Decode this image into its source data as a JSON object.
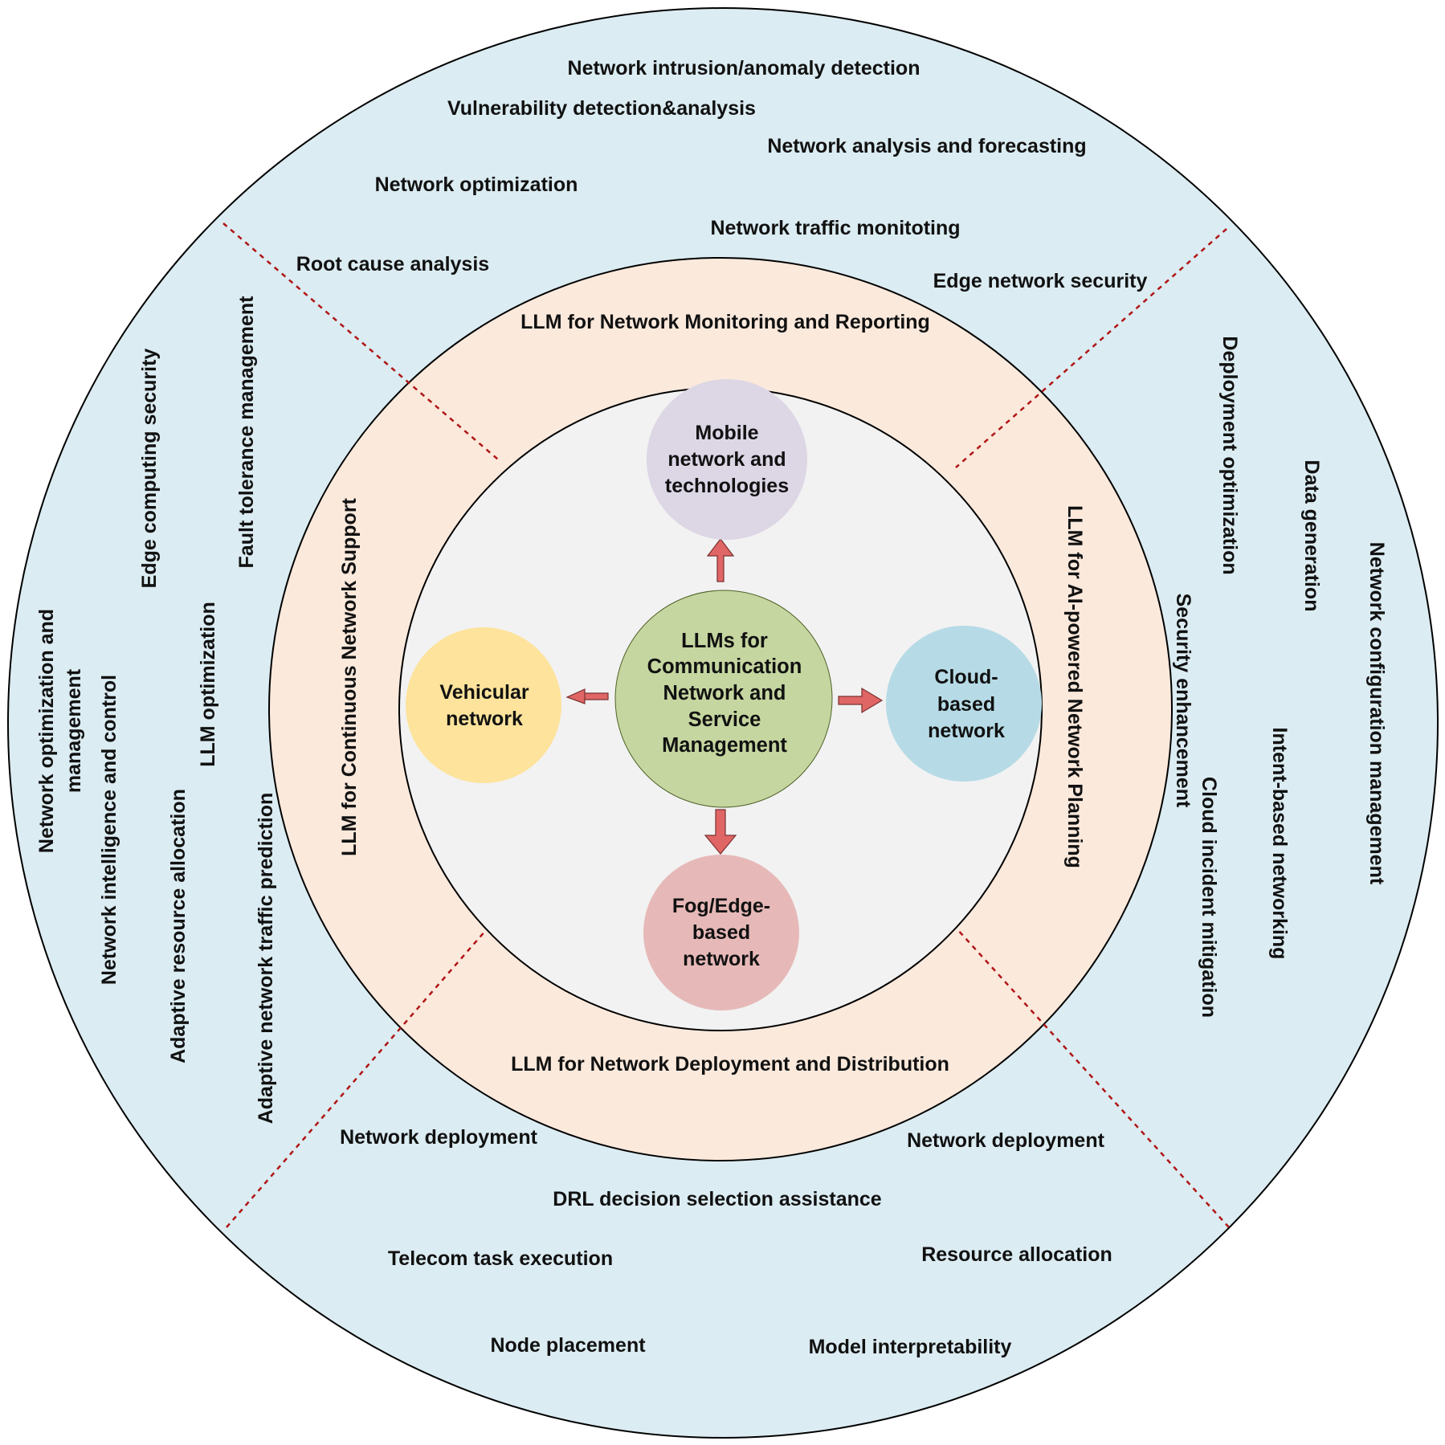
{
  "colors": {
    "outer_ring": "#dbecf2",
    "middle_ring": "#fbe9dc",
    "inner_disc": "#f2f2f2",
    "divider_line": "#b01515",
    "arrow": "#e06666",
    "center_circle": "#c5d6a0",
    "top_circle": "#dcd6e5",
    "left_circle": "#fde39c",
    "right_circle": "#b6dbe6",
    "bottom_circle": "#e6b9b8"
  },
  "center": {
    "lines": [
      "LLMs for",
      "Communication",
      "Network and",
      "Service",
      "Management"
    ]
  },
  "bubbles": {
    "top": [
      "Mobile",
      "network and",
      "technologies"
    ],
    "left": [
      "Vehicular",
      "network"
    ],
    "right": [
      "Cloud-",
      "based",
      "network"
    ],
    "bottom": [
      "Fog/Edge-",
      "based",
      "network"
    ]
  },
  "ring_labels": {
    "top": "LLM for Network Monitoring and Reporting",
    "bottom": "LLM for Network Deployment and Distribution",
    "left": "LLM for Continuous Network Support",
    "right": "LLM for AI-powered Network Planning"
  },
  "outer": {
    "top": [
      "Network intrusion/anomaly detection",
      "Vulnerability detection&analysis",
      "Network analysis and forecasting",
      "Network optimization",
      "Network traffic monitoting",
      "Root cause analysis",
      "Edge network security"
    ],
    "bottom": [
      "Network deployment",
      "Network deployment",
      "DRL decision selection assistance",
      "Telecom task execution",
      "Resource allocation",
      "Node placement",
      "Model interpretability"
    ],
    "left": [
      "Network optimization and",
      "management",
      "Network intelligence and control",
      "Edge computing security",
      "Adaptive resource allocation",
      "LLM optimization",
      "Fault tolerance management",
      "Adaptive network traffic prediction"
    ],
    "right": [
      "Deployment optimization",
      "Data generation",
      "Network configuration management",
      "Security enhancement",
      "Intent-based networking",
      "Cloud incident mitigation"
    ]
  }
}
